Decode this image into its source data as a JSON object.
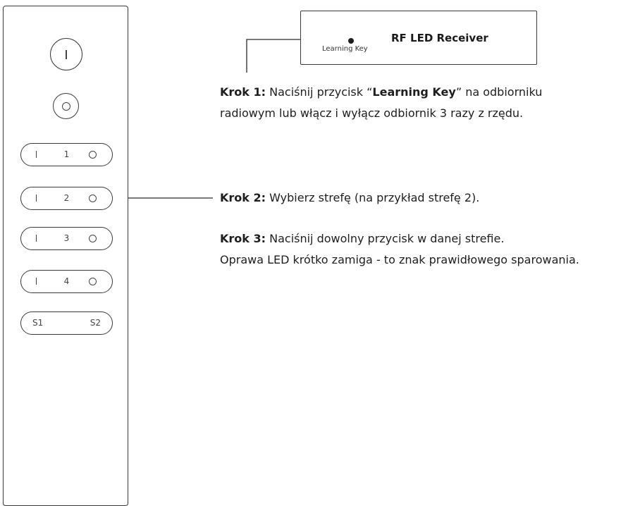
{
  "remote": {
    "zones": [
      {
        "number": "1"
      },
      {
        "number": "2"
      },
      {
        "number": "3"
      },
      {
        "number": "4"
      }
    ],
    "scene_left": "S1",
    "scene_right": "S2"
  },
  "receiver": {
    "title": "RF LED Receiver",
    "learning_key_label": "Learning Key"
  },
  "steps": {
    "step1": {
      "label": "Krok 1:",
      "text_before": " Naciśnij przycisk “",
      "key_name": "Learning Key",
      "text_after": "” na odbiorniku",
      "line2": "radiowym lub włącz i wyłącz odbiornik 3 razy z rzędu."
    },
    "step2": {
      "label": "Krok 2:",
      "text": " Wybierz strefę (na przykład strefę 2)."
    },
    "step3": {
      "label": "Krok 3:",
      "text": " Naciśnij dowolny przycisk w danej strefie.",
      "line2": "Oprawa LED krótko zamiga - to znak prawidłowego sparowania."
    }
  }
}
